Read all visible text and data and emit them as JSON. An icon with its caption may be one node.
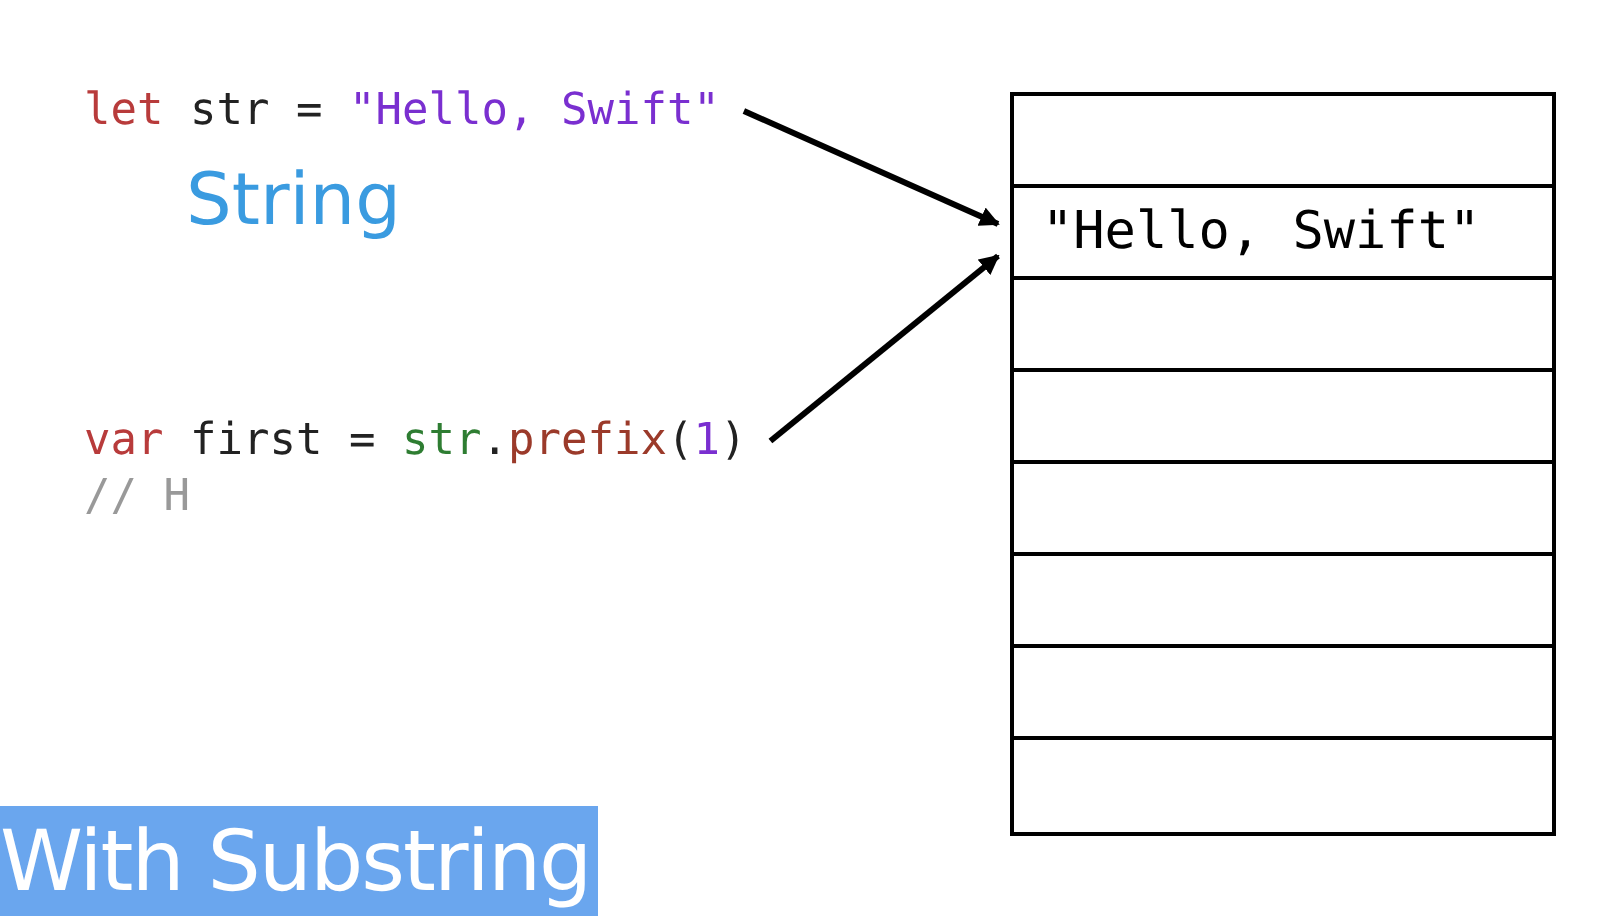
{
  "diagram": {
    "nodes": [
      {
        "text": [
          "let str = \"Hello, Swift\""
        ],
        "beside": [
          "String"
        ]
      },
      {
        "text": [
          "var first = str.prefix(1)"
        ],
        "beside": [
          "// H"
        ]
      },
      {
        "text": [],
        "shape": "box"
      },
      {
        "text": [],
        "shape": "box",
        "in": 2
      },
      {
        "text": [
          "\"Hello, Swift\""
        ],
        "in": 2
      },
      {
        "text": [],
        "shape": "box",
        "in": 2
      },
      {
        "text": [],
        "shape": "box",
        "in": 2
      },
      {
        "text": [],
        "shape": "box",
        "in": 2
      },
      {
        "text": [],
        "shape": "box",
        "in": 2
      },
      {
        "text": [],
        "shape": "box",
        "in": 2
      },
      {
        "text": [],
        "shape": "box",
        "in": 2
      }
    ],
    "edges": [
      {
        "from": 0,
        "to": 4,
        "arrow": "to"
      },
      {
        "from": 1,
        "to": 4,
        "arrow": "to"
      }
    ],
    "labels": [
      "With Substring"
    ]
  }
}
